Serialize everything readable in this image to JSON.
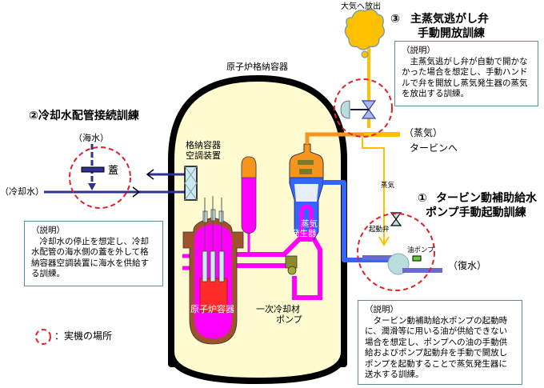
{
  "containment_label": "原子炉格納容器",
  "training2": {
    "title": "②冷却水配管接続訓練",
    "sea_water_label": "（海水）",
    "lid_label": "蓋",
    "cooling_water_label": "（冷却水）",
    "description_heading": "（説明）",
    "description": "　冷却水の停止を想定し、冷却水配管の海水側の蓋を外して格納容器空調装置に海水を供給する訓練。"
  },
  "training3": {
    "number": "③",
    "title_line1": "主蒸気逃がし弁",
    "title_line2": "手動開放訓練",
    "atmosphere_label": "大気へ放出",
    "description_heading": "（説明）",
    "description": "　主蒸気逃がし弁が自動で開かなかった場合を想定し、手動ハンドルで弁を開放し蒸気発生器の蒸気を放出する訓練。"
  },
  "training1": {
    "number": "①",
    "title_line1": "タービン動補助給水",
    "title_line2": "ポンプ手動起動訓練",
    "start_valve_label": "起動弁",
    "oil_pump_label": "油ポンプ",
    "condensate_label": "（復水）",
    "steam_label": "蒸気",
    "description_heading": "（説明）",
    "description": "　タービン動補助給水ポンプの起動時に、潤滑等に用いる油が供給できない場合を想定し、ポンプへの油の手動供給およびポンプ起動弁を手動で開放しポンプを起動することで蒸気発生器に送水する訓練。"
  },
  "components": {
    "hvac_label_line1": "格納容器",
    "hvac_label_line2": "空調装置",
    "steam_generator_line1": "蒸気",
    "steam_generator_line2": "発生器",
    "reactor_vessel": "原子炉容器",
    "primary_pump_line1": "一次冷却材",
    "primary_pump_line2": "ポンプ",
    "steam_out_label": "（蒸気）",
    "to_turbine_label": "タービンへ"
  },
  "legend": {
    "label": "：実機の場所"
  },
  "colors": {
    "containment_fill": "#fffbd0",
    "steam_orange": "#f7941d",
    "steam_yellow": "#ffc000",
    "primary_magenta": "#ff00ff",
    "secondary_blue": "#3366ff",
    "cooling_navy": "#2e3192",
    "location_circle_red": "#e0202a",
    "core_red": "#ff2a2a",
    "vessel_brown": "#a0522d"
  }
}
